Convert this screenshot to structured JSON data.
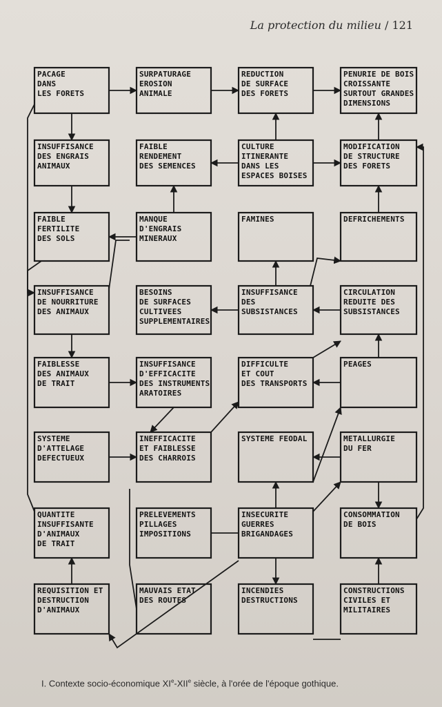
{
  "header": {
    "title": "La protection du milieu",
    "separator": "/",
    "page_number": "121"
  },
  "diagram": {
    "boxes": [
      {
        "id": "pacage",
        "lines": [
          "PACAGE",
          "DANS",
          "LES FORETS"
        ]
      },
      {
        "id": "surpaturage",
        "lines": [
          "SURPATURAGE",
          "EROSION",
          "ANIMALE"
        ]
      },
      {
        "id": "reduction",
        "lines": [
          "REDUCTION",
          "DE SURFACE",
          "DES FORETS"
        ]
      },
      {
        "id": "penurie",
        "lines": [
          "PENURIE DE BOIS",
          "CROISSANTE",
          "SURTOUT GRANDES",
          "DIMENSIONS"
        ]
      },
      {
        "id": "insuff_engrais",
        "lines": [
          "INSUFFISANCE",
          "DES ENGRAIS",
          "ANIMAUX"
        ]
      },
      {
        "id": "faible_rendement",
        "lines": [
          "FAIBLE",
          "RENDEMENT",
          "DES SEMENCES"
        ]
      },
      {
        "id": "culture",
        "lines": [
          "CULTURE",
          "ITINERANTE",
          "DANS LES",
          "ESPACES BOISES"
        ]
      },
      {
        "id": "modification",
        "lines": [
          "MODIFICATION",
          "DE STRUCTURE",
          "DES FORETS"
        ]
      },
      {
        "id": "faible_fertilite",
        "lines": [
          "FAIBLE",
          "FERTILITE",
          "DES SOLS"
        ]
      },
      {
        "id": "manque",
        "lines": [
          "MANQUE",
          "D'ENGRAIS",
          "MINERAUX"
        ]
      },
      {
        "id": "famines",
        "lines": [
          "FAMINES"
        ]
      },
      {
        "id": "defrichements",
        "lines": [
          "DEFRICHEMENTS"
        ]
      },
      {
        "id": "insuff_nourriture",
        "lines": [
          "INSUFFISANCE",
          "DE NOURRITURE",
          "DES ANIMAUX"
        ]
      },
      {
        "id": "besoins",
        "lines": [
          "BESOINS",
          "DE SURFACES",
          "CULTIVEES",
          "SUPPLEMENTAIRES"
        ]
      },
      {
        "id": "insuff_subsistances",
        "lines": [
          "INSUFFISANCE",
          "DES",
          "SUBSISTANCES"
        ]
      },
      {
        "id": "circulation",
        "lines": [
          "CIRCULATION",
          "REDUITE DES",
          "SUBSISTANCES"
        ]
      },
      {
        "id": "faiblesse",
        "lines": [
          "FAIBLESSE",
          "DES ANIMAUX",
          "DE TRAIT"
        ]
      },
      {
        "id": "insuff_efficacite",
        "lines": [
          "INSUFFISANCE",
          "D'EFFICACITE",
          "DES INSTRUMENTS",
          "ARATOIRES"
        ]
      },
      {
        "id": "difficulte",
        "lines": [
          "DIFFICULTE",
          "ET COUT",
          "DES TRANSPORTS"
        ]
      },
      {
        "id": "peages",
        "lines": [
          "PEAGES"
        ]
      },
      {
        "id": "systeme_attelage",
        "lines": [
          "SYSTEME",
          "D'ATTELAGE",
          "DEFECTUEUX"
        ]
      },
      {
        "id": "inefficacite",
        "lines": [
          "INEFFICACITE",
          "ET FAIBLESSE",
          "DES CHARROIS"
        ]
      },
      {
        "id": "systeme_feodal",
        "lines": [
          "SYSTEME FEODAL"
        ]
      },
      {
        "id": "metallurgie",
        "lines": [
          "METALLURGIE",
          "DU FER"
        ]
      },
      {
        "id": "quantite",
        "lines": [
          "QUANTITE",
          "INSUFFISANTE",
          "D'ANIMAUX",
          "DE TRAIT"
        ]
      },
      {
        "id": "prelevements",
        "lines": [
          "PRELEVEMENTS",
          "PILLAGES",
          "IMPOSITIONS"
        ]
      },
      {
        "id": "insecurite",
        "lines": [
          "INSECURITE",
          "GUERRES",
          "BRIGANDAGES"
        ]
      },
      {
        "id": "consommation",
        "lines": [
          "CONSOMMATION",
          "DE BOIS"
        ]
      },
      {
        "id": "requisition",
        "lines": [
          "REQUISITION ET",
          "DESTRUCTION",
          "D'ANIMAUX"
        ]
      },
      {
        "id": "mauvais_etat",
        "lines": [
          "MAUVAIS ETAT",
          "DES ROUTES"
        ]
      },
      {
        "id": "incendies",
        "lines": [
          "INCENDIES",
          "DESTRUCTIONS"
        ]
      },
      {
        "id": "constructions",
        "lines": [
          "CONSTRUCTIONS",
          "CIVILES ET",
          "MILITAIRES"
        ]
      }
    ]
  },
  "caption": {
    "number": "I.",
    "text_before": "Contexte socio-économique",
    "century_a": "XI",
    "sup_a": "e",
    "dash": "-",
    "century_b": "XII",
    "sup_b": "e",
    "text_after": "siècle, à l'orée de l'époque gothique."
  }
}
